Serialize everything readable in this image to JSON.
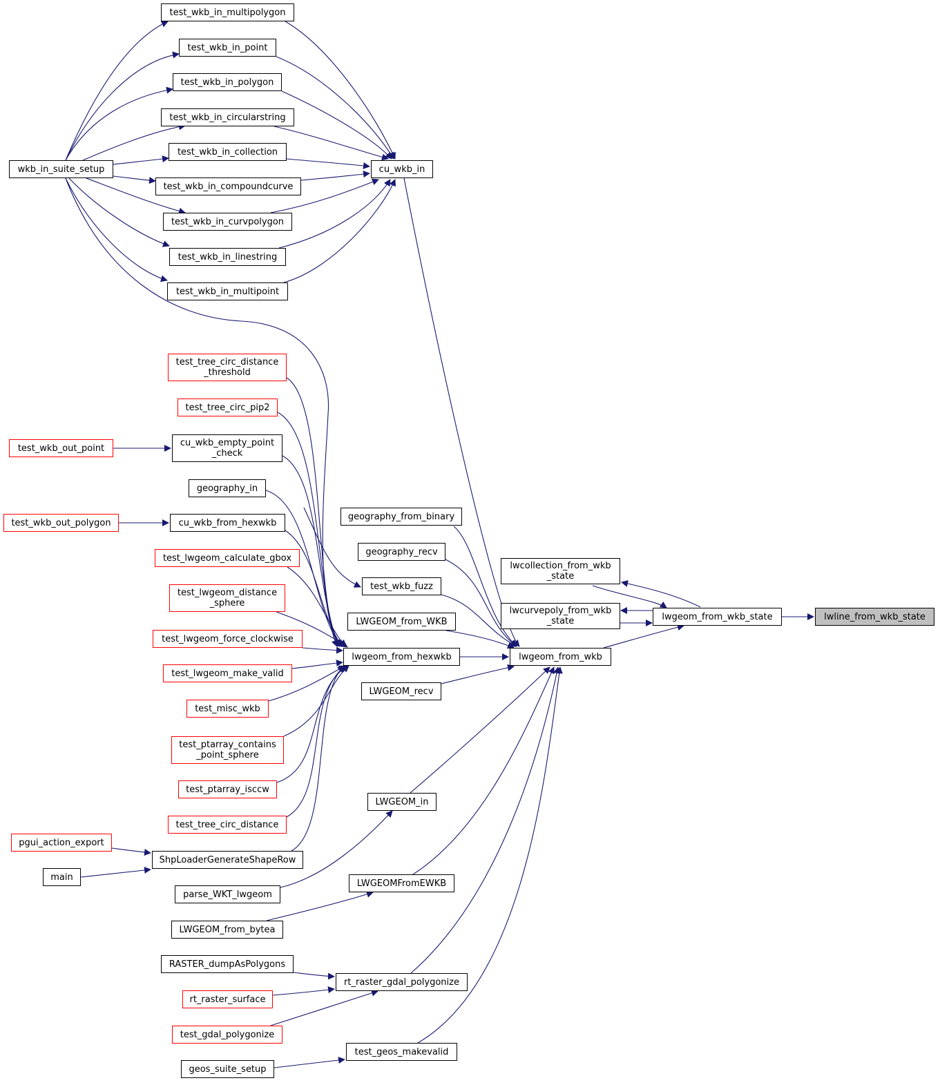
{
  "colors": {
    "edge": "#191970",
    "node_border": "#000000",
    "node_border_truncated": "#ff0000",
    "selected_fill": "#bfbfbf"
  },
  "nodes": {
    "lwline_from_wkb_state": "lwline_from_wkb_state",
    "lwgeom_from_wkb_state": "lwgeom_from_wkb_state",
    "lwcollection_from_wkb_state": "lwcollection_from_wkb\n_state",
    "lwcurvepoly_from_wkb_state": "lwcurvepoly_from_wkb\n_state",
    "lwgeom_from_wkb": "lwgeom_from_wkb",
    "cu_wkb_in": "cu_wkb_in",
    "wkb_in_suite_setup": "wkb_in_suite_setup",
    "test_wkb_in_multipolygon": "test_wkb_in_multipolygon",
    "test_wkb_in_point": "test_wkb_in_point",
    "test_wkb_in_polygon": "test_wkb_in_polygon",
    "test_wkb_in_circularstring": "test_wkb_in_circularstring",
    "test_wkb_in_collection": "test_wkb_in_collection",
    "test_wkb_in_compoundcurve": "test_wkb_in_compoundcurve",
    "test_wkb_in_curvpolygon": "test_wkb_in_curvpolygon",
    "test_wkb_in_linestring": "test_wkb_in_linestring",
    "test_wkb_in_multipoint": "test_wkb_in_multipoint",
    "geography_from_binary": "geography_from_binary",
    "geography_recv": "geography_recv",
    "test_wkb_fuzz": "test_wkb_fuzz",
    "LWGEOM_from_WKB": "LWGEOM_from_WKB",
    "lwgeom_from_hexwkb": "lwgeom_from_hexwkb",
    "LWGEOM_recv": "LWGEOM_recv",
    "test_tree_circ_distance_threshold": "test_tree_circ_distance\n_threshold",
    "test_tree_circ_pip2": "test_tree_circ_pip2",
    "cu_wkb_empty_point_check": "cu_wkb_empty_point\n_check",
    "test_wkb_out_point": "test_wkb_out_point",
    "geography_in": "geography_in",
    "cu_wkb_from_hexwkb": "cu_wkb_from_hexwkb",
    "test_wkb_out_polygon": "test_wkb_out_polygon",
    "test_lwgeom_calculate_gbox": "test_lwgeom_calculate_gbox",
    "test_lwgeom_distance_sphere": "test_lwgeom_distance\n_sphere",
    "test_lwgeom_force_clockwise": "test_lwgeom_force_clockwise",
    "test_lwgeom_make_valid": "test_lwgeom_make_valid",
    "test_misc_wkb": "test_misc_wkb",
    "test_ptarray_contains_point_sphere": "test_ptarray_contains\n_point_sphere",
    "test_ptarray_isccw": "test_ptarray_isccw",
    "test_tree_circ_distance": "test_tree_circ_distance",
    "ShpLoaderGenerateShapeRow": "ShpLoaderGenerateShapeRow",
    "pgui_action_export": "pgui_action_export",
    "main": "main",
    "LWGEOM_in": "LWGEOM_in",
    "parse_WKT_lwgeom": "parse_WKT_lwgeom",
    "LWGEOMFromEWKB": "LWGEOMFromEWKB",
    "LWGEOM_from_bytea": "LWGEOM_from_bytea",
    "RASTER_dumpAsPolygons": "RASTER_dumpAsPolygons",
    "rt_raster_gdal_polygonize": "rt_raster_gdal_polygonize",
    "rt_raster_surface": "rt_raster_surface",
    "test_gdal_polygonize": "test_gdal_polygonize",
    "test_geos_makevalid": "test_geos_makevalid",
    "geos_suite_setup": "geos_suite_setup"
  }
}
